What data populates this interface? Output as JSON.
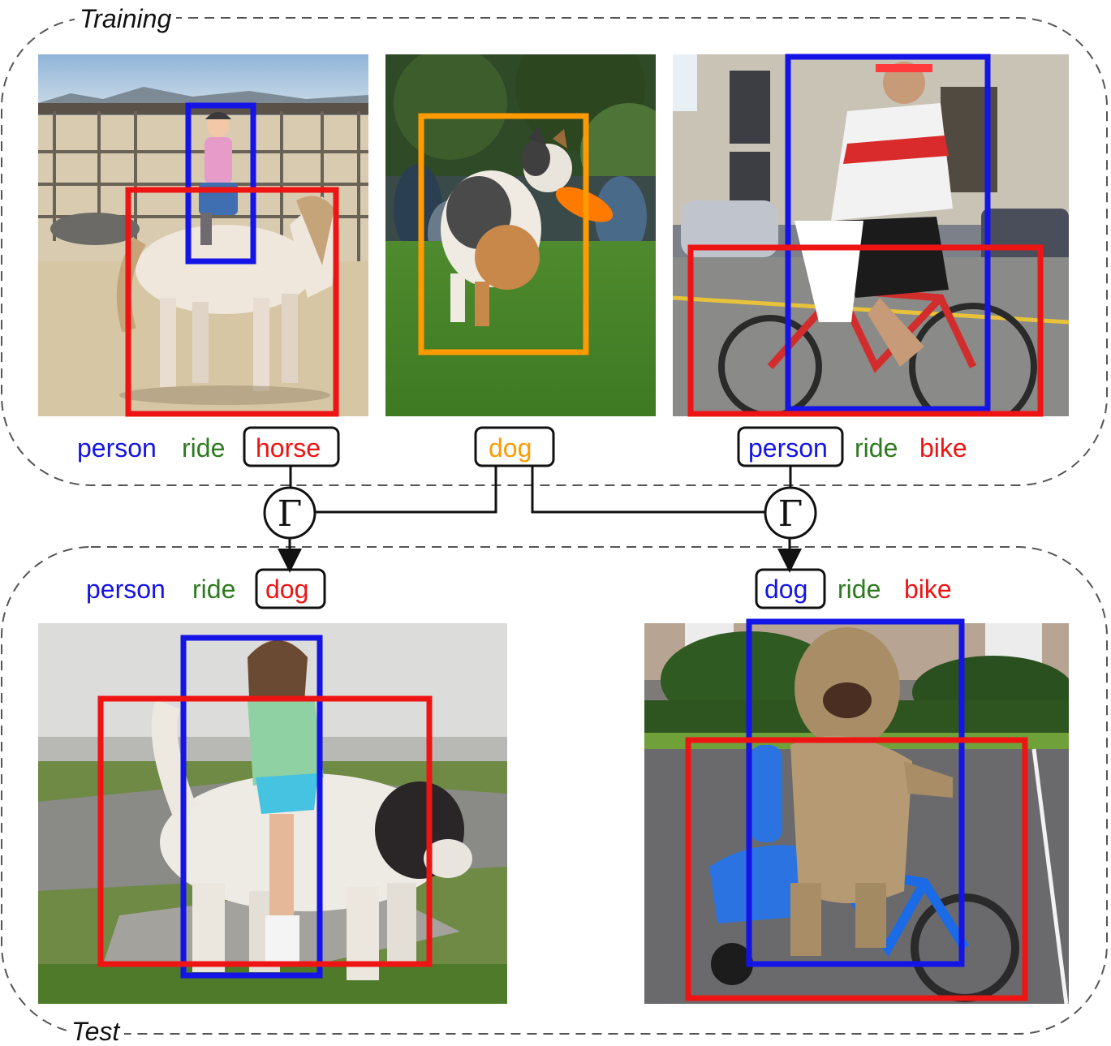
{
  "sections": {
    "training": "Training",
    "test": "Test"
  },
  "operator": {
    "symbol": "Γ"
  },
  "colors": {
    "subject": "#1414e6",
    "predicate": "#2d7a1f",
    "object": "#ef1414",
    "dog": "#ff9a00"
  },
  "training": {
    "example1": {
      "subject": "person",
      "predicate": "ride",
      "object": "horse"
    },
    "example2": {
      "object": "dog"
    },
    "example3": {
      "subject": "person",
      "predicate": "ride",
      "object": "bike"
    }
  },
  "test": {
    "example1": {
      "subject": "person",
      "predicate": "ride",
      "object": "dog"
    },
    "example2": {
      "subject": "dog",
      "predicate": "ride",
      "object": "bike"
    }
  },
  "images": {
    "horse_photo": {
      "subject_color": "#1414e6",
      "object_color": "#ef1414"
    },
    "dog_frisbee_photo": {
      "object_color": "#ff9a00"
    },
    "cyclist_photo": {
      "subject_color": "#1414e6",
      "object_color": "#ef1414"
    },
    "girl_on_dog_photo": {
      "subject_color": "#1414e6",
      "object_color": "#ef1414"
    },
    "dog_on_bike_photo": {
      "subject_color": "#1414e6",
      "object_color": "#ef1414"
    }
  }
}
